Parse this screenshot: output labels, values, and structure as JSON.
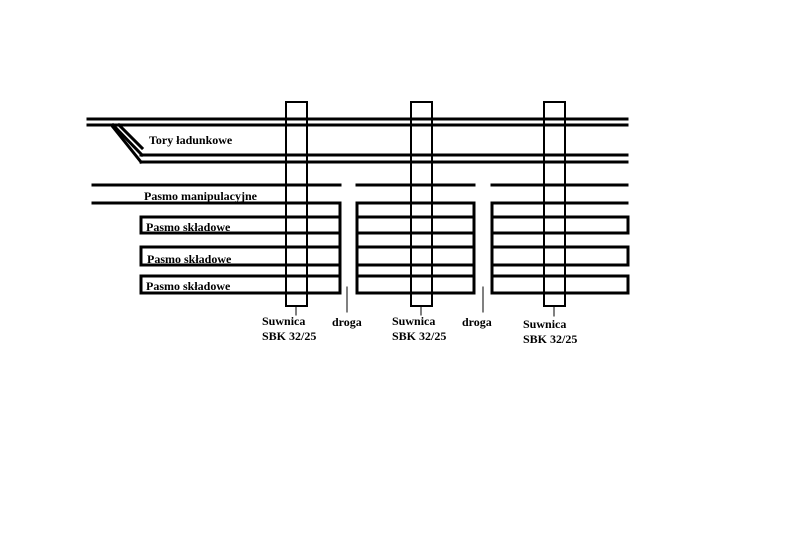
{
  "labels": {
    "loading_tracks": "Tory ładunkowe",
    "handling_strip": "Pasmo manipulacyjne",
    "storage_strips": [
      "Pasmo składowe",
      "Pasmo składowe",
      "Pasmo składowe"
    ]
  },
  "cranes": [
    {
      "name": "Suwnica",
      "model": "SBK 32/25"
    },
    {
      "name": "Suwnica",
      "model": "SBK 32/25"
    },
    {
      "name": "Suwnica",
      "model": "SBK 32/25"
    }
  ],
  "roads": [
    "droga",
    "droga"
  ],
  "colors": {
    "line": "#000000",
    "background": "#ffffff"
  }
}
